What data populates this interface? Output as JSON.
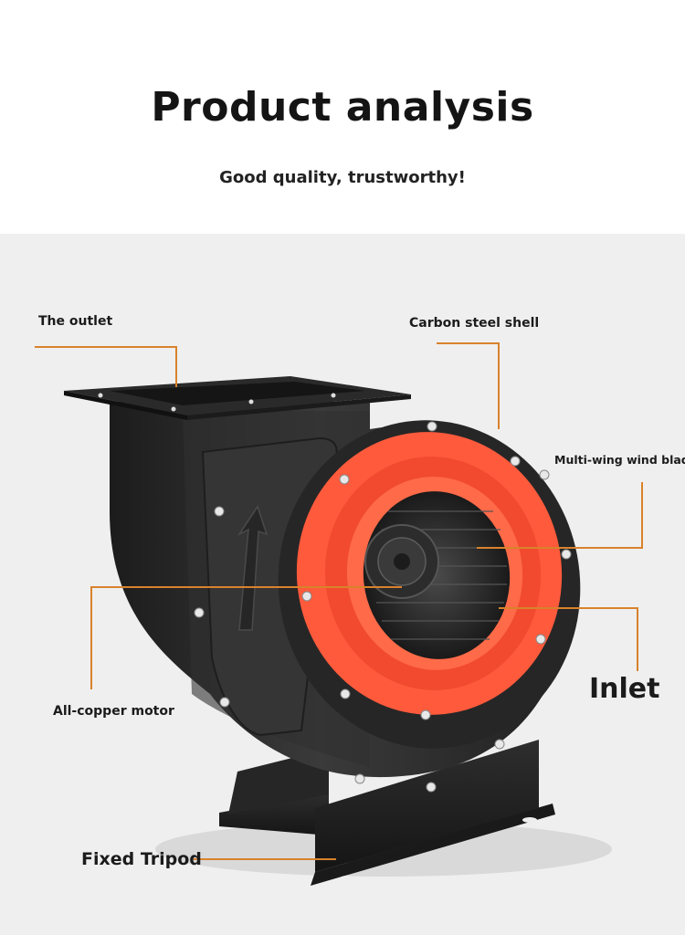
{
  "header": {
    "title": "Product analysis",
    "subtitle": "Good quality, trustworthy!"
  },
  "callouts": {
    "outlet": "The outlet",
    "shell": "Carbon steel shell",
    "blades": "Multi-wing wind blades",
    "motor": "All-copper motor",
    "inlet": "Inlet",
    "tripod": "Fixed Tripod"
  },
  "colors": {
    "accent": "#d9822b",
    "ring": "#ff5a3c",
    "body": "#2b2b2b"
  }
}
